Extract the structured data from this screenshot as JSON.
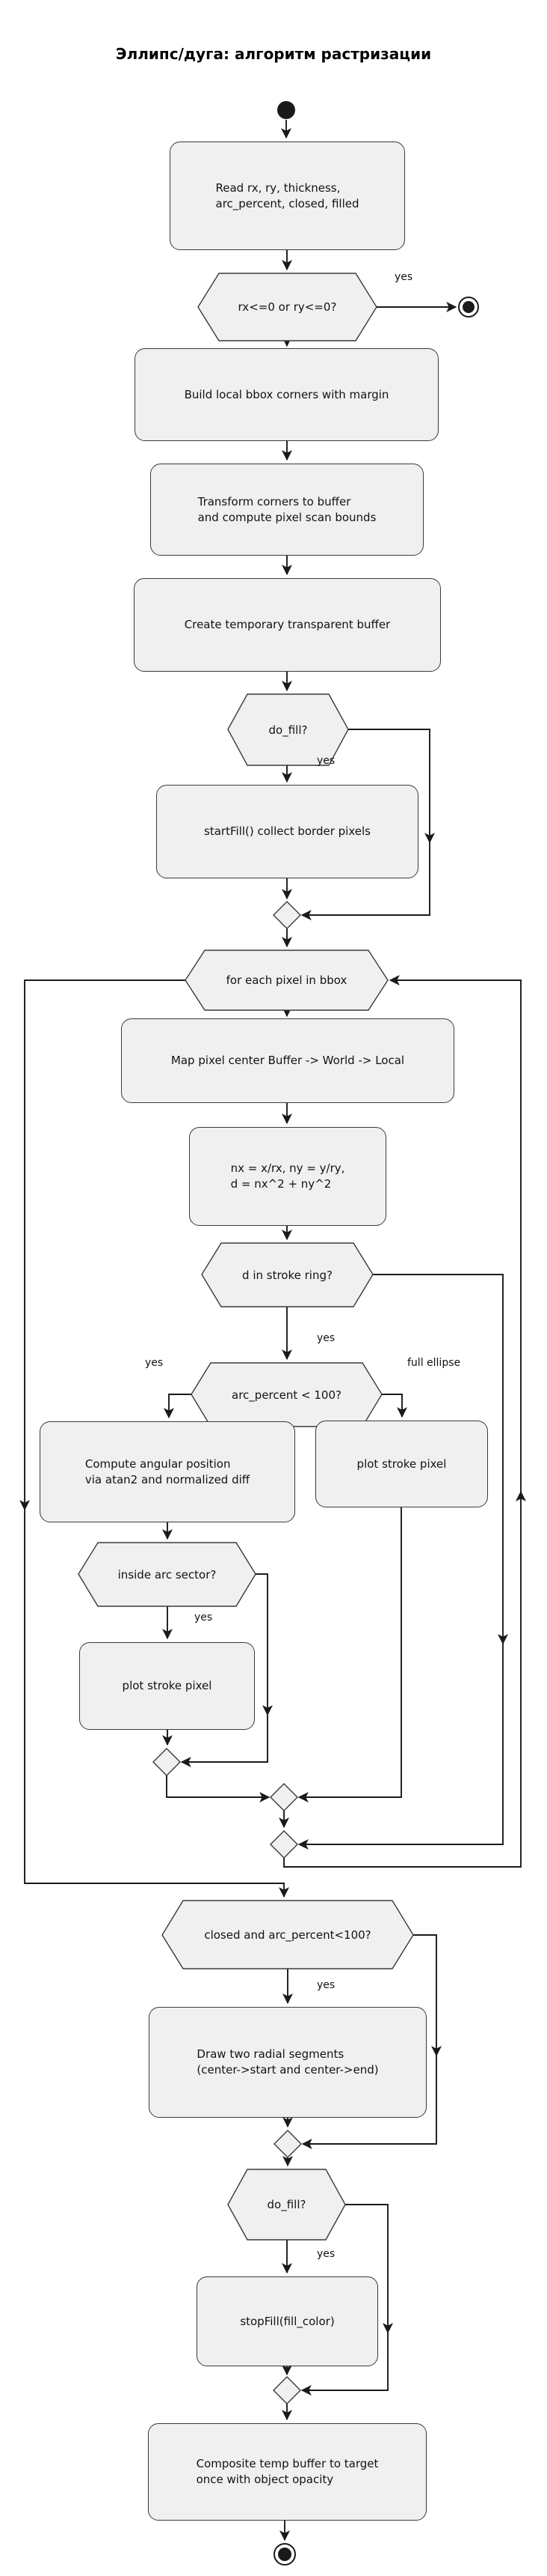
{
  "diagram": {
    "title": "Эллипс/дуга: алгоритм растризации",
    "nodes": {
      "read_params": "Read rx, ry, thickness,\narc_percent, closed, filled",
      "check_radii": "rx<=0 or ry<=0?",
      "build_bbox": "Build local bbox corners with margin",
      "transform_corners": "Transform corners to buffer\nand compute pixel scan bounds",
      "create_buffer": "Create temporary transparent buffer",
      "do_fill_1": "do_fill?",
      "start_fill": "startFill() collect border pixels",
      "foreach_pixel": "for each pixel in bbox",
      "map_pixel": "Map pixel center Buffer -> World -> Local",
      "normalize": "nx = x/rx, ny = y/ry,\nd = nx^2 + ny^2",
      "stroke_ring": "d in stroke ring?",
      "arc_percent_check": "arc_percent < 100?",
      "angular_position": "Compute angular position\nvia atan2 and normalized diff",
      "inside_arc": "inside arc sector?",
      "plot_stroke_left": "plot stroke pixel",
      "plot_stroke_right": "plot stroke pixel",
      "closed_check": "closed and arc_percent<100?",
      "radial_segments": "Draw two radial segments\n(center->start and center->end)",
      "do_fill_2": "do_fill?",
      "stop_fill": "stopFill(fill_color)",
      "composite": "Composite temp buffer to target\nonce with object opacity"
    },
    "edge_labels": {
      "yes": "yes",
      "full_ellipse": "full ellipse"
    },
    "colors": {
      "node_fill": "#f0f0f0",
      "node_border": "#3a3a3a",
      "edge": "#1a1a1a",
      "text": "#121212",
      "background": "#ffffff"
    }
  }
}
